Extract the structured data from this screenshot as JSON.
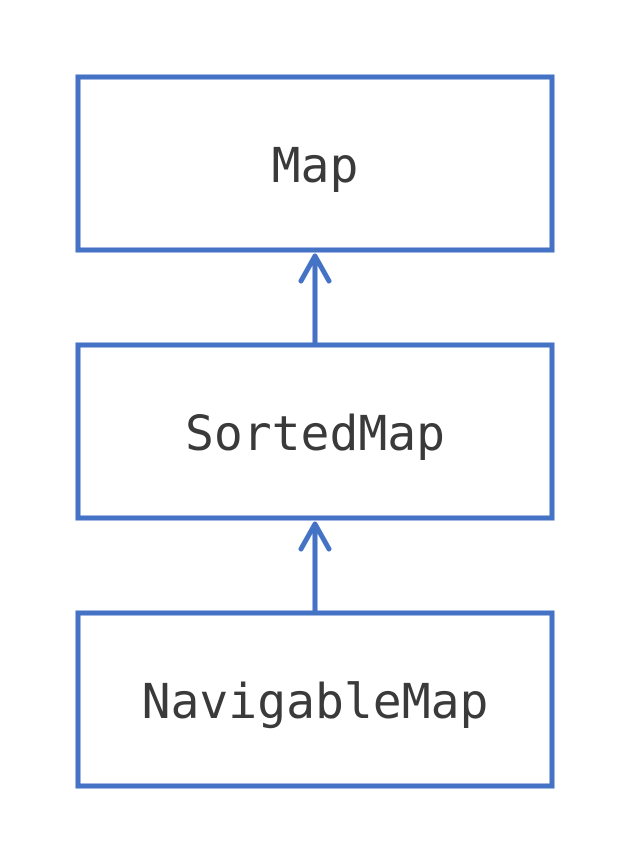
{
  "colors": {
    "stroke": "#4472C4",
    "text": "#3a3a3a",
    "background": "#ffffff"
  },
  "nodes": [
    {
      "id": "map",
      "label": "Map"
    },
    {
      "id": "sortedmap",
      "label": "SortedMap"
    },
    {
      "id": "navigablemap",
      "label": "NavigableMap"
    }
  ],
  "edges": [
    {
      "from": "sortedmap",
      "to": "map"
    },
    {
      "from": "navigablemap",
      "to": "sortedmap"
    }
  ]
}
